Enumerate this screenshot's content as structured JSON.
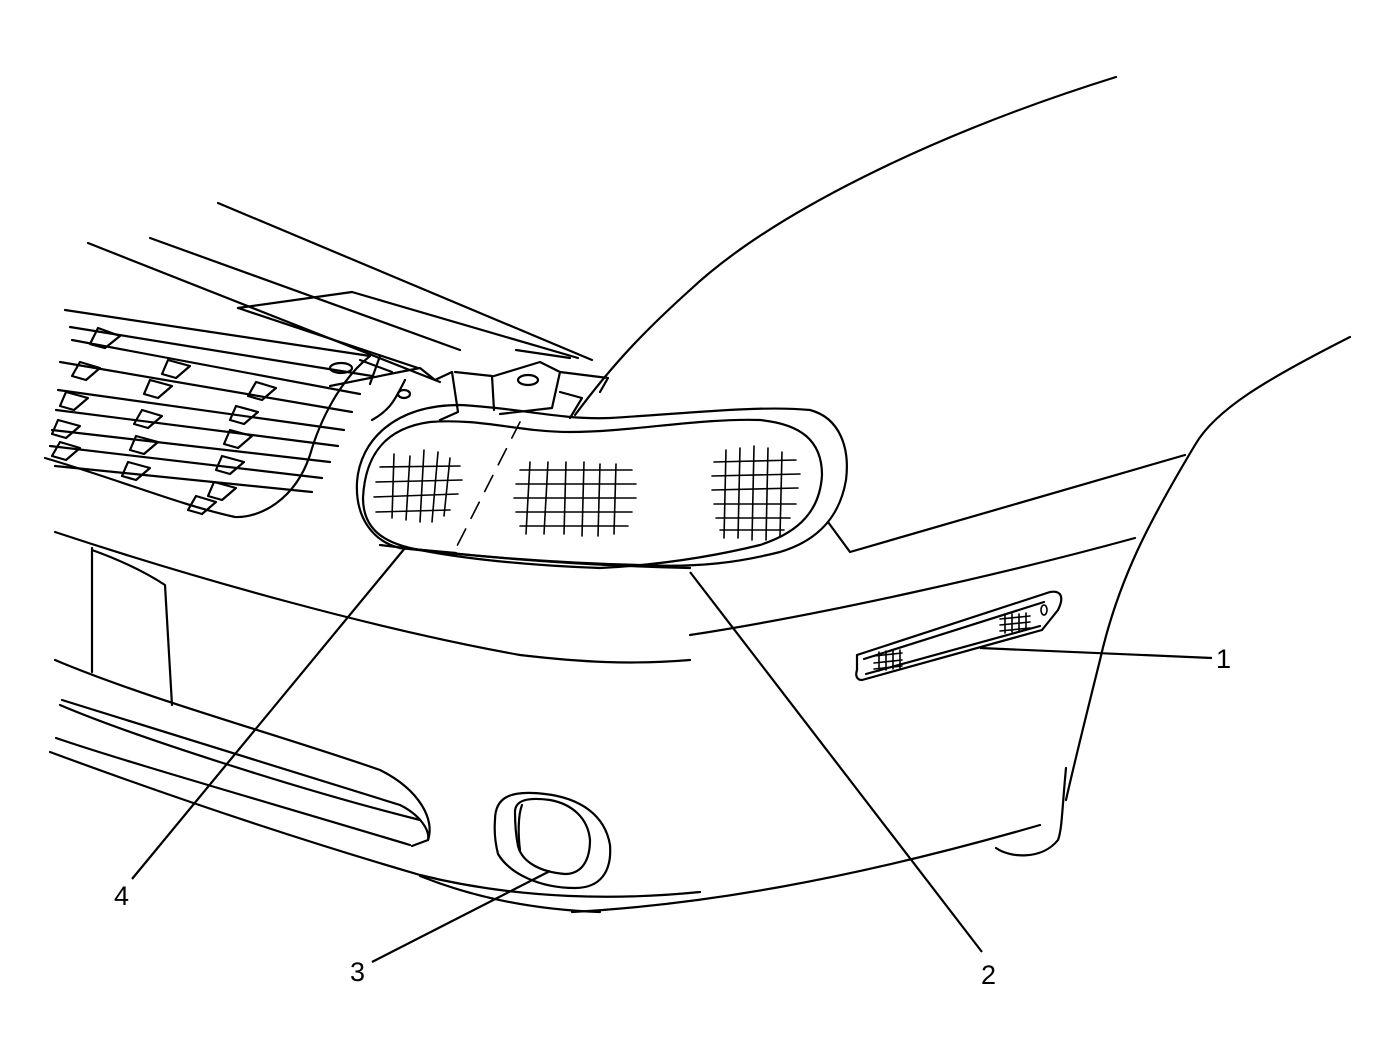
{
  "diagram": {
    "subject": "front-fascia-lamps",
    "callouts": [
      {
        "id": "1",
        "label": "1"
      },
      {
        "id": "2",
        "label": "2"
      },
      {
        "id": "3",
        "label": "3"
      },
      {
        "id": "4",
        "label": "4"
      }
    ]
  }
}
